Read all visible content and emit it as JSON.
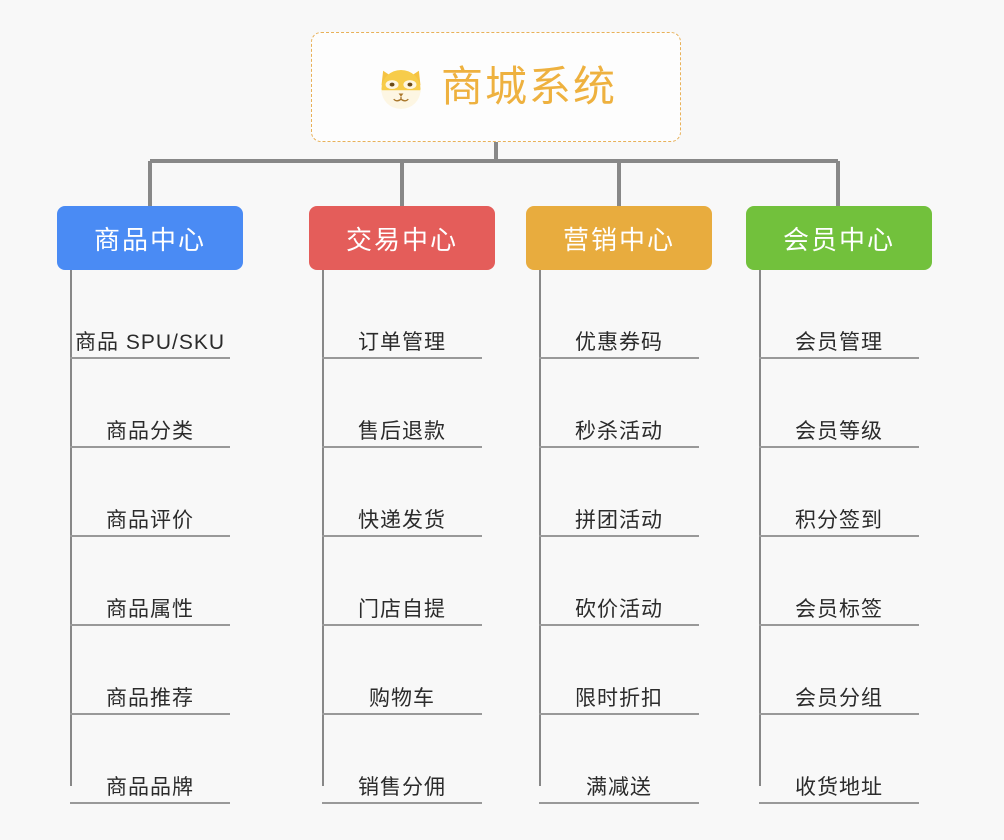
{
  "diagram": {
    "type": "tree-mindmap",
    "background_color": "#f8f8f8",
    "connector_color": "#888888",
    "root": {
      "icon": "dog-face-icon",
      "title": "商城系统",
      "title_color": "#eeb13f",
      "border_color": "#e8b159",
      "border_style": "dashed"
    },
    "branches": [
      {
        "label": "商品中心",
        "color": "#4a8bf4",
        "items": [
          "商品 SPU/SKU",
          "商品分类",
          "商品评价",
          "商品属性",
          "商品推荐",
          "商品品牌"
        ]
      },
      {
        "label": "交易中心",
        "color": "#e45d5a",
        "items": [
          "订单管理",
          "售后退款",
          "快递发货",
          "门店自提",
          "购物车",
          "销售分佣"
        ]
      },
      {
        "label": "营销中心",
        "color": "#e8ac3e",
        "items": [
          "优惠券码",
          "秒杀活动",
          "拼团活动",
          "砍价活动",
          "限时折扣",
          "满减送"
        ]
      },
      {
        "label": "会员中心",
        "color": "#72c13c",
        "items": [
          "会员管理",
          "会员等级",
          "积分签到",
          "会员标签",
          "会员分组",
          "收货地址"
        ]
      }
    ]
  }
}
